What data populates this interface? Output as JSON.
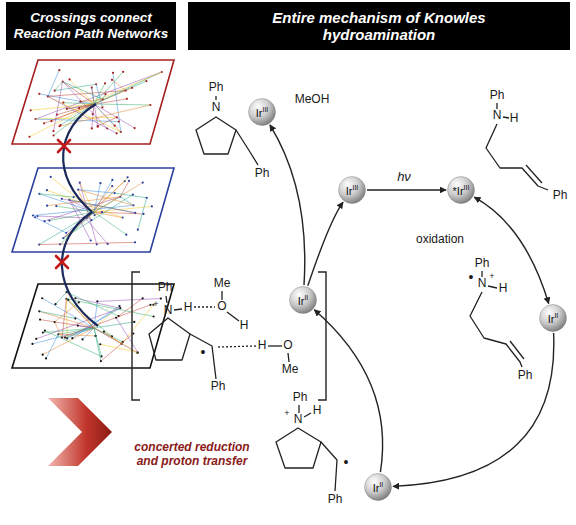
{
  "diagram": {
    "nodes": [
      {
        "text": [
          "Crossings connect Reaction Path Networks"
        ]
      },
      {
        "text": [
          "Entire mechanism of Knowles hydroamination"
        ]
      },
      {
        "text": [
          "Ir",
          "III"
        ]
      },
      {
        "text": [
          "Ir",
          "III"
        ]
      },
      {
        "text": [
          "*Ir",
          "III"
        ]
      },
      {
        "text": [
          "Ir",
          "II"
        ]
      },
      {
        "text": [
          "Ir",
          "II"
        ]
      },
      {
        "text": [
          "Ir",
          "II"
        ]
      }
    ],
    "edges": [
      {
        "from": 3,
        "to": 4,
        "arrow": "to",
        "label": "hν"
      },
      {
        "from": 4,
        "to": 5,
        "arrow": "both",
        "label": "oxidation"
      },
      {
        "from": 5,
        "to": 7,
        "arrow": "to"
      },
      {
        "from": 7,
        "to": 6,
        "arrow": "to"
      },
      {
        "from": 6,
        "to": 3,
        "arrow": "to"
      },
      {
        "from": 6,
        "to": 2,
        "arrow": "to"
      }
    ],
    "labels": [
      "Ph",
      "N",
      "MeOH",
      "Ph",
      "Ph",
      "N",
      "H",
      "Ph",
      "Ph",
      "N",
      "•",
      "+",
      "H",
      "Ph",
      "Ph",
      "N",
      "+",
      "H",
      "•",
      "Ph",
      "Ph",
      "N",
      "+",
      "H",
      "Me",
      "O",
      "H",
      "H",
      "O",
      "Me",
      "•",
      "Ph",
      "concerted reduction and proton transfer"
    ]
  }
}
